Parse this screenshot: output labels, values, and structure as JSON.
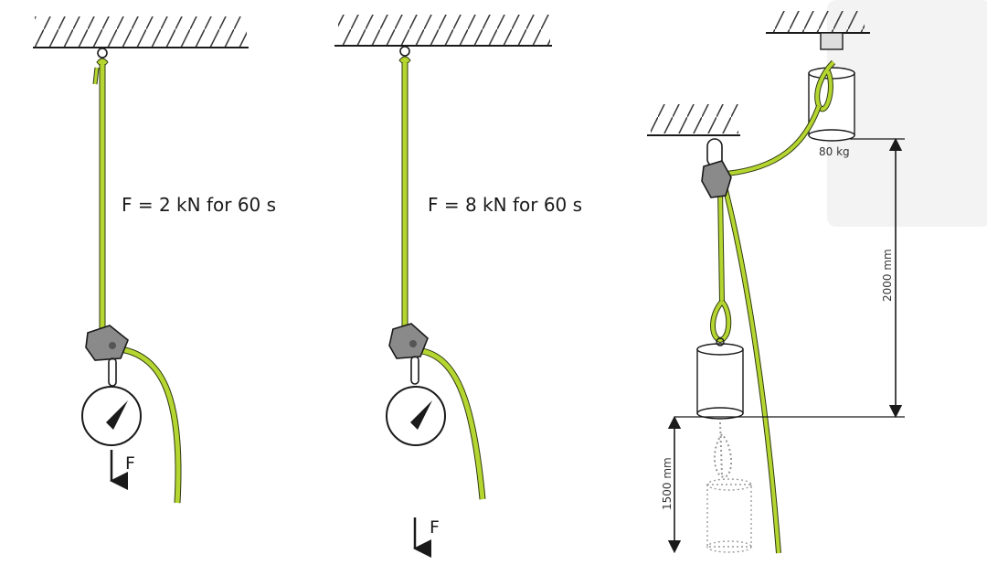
{
  "panels": [
    {
      "force_text": "F = 2 kN for 60 s",
      "arrow_label": "F"
    },
    {
      "force_text": "F = 8 kN for 60 s",
      "arrow_label": "F"
    }
  ],
  "drop_test": {
    "mass_label": "80 kg",
    "height_label": "2000 mm",
    "fall_label": "1500 mm"
  },
  "colors": {
    "rope": "#b5d630",
    "rope_outline": "#2f3a10",
    "device": "#8a8a8a",
    "hatch": "#3a3a3a"
  },
  "icons": [
    "ceiling-anchor-icon",
    "rope-grab-icon",
    "force-gauge-icon",
    "force-arrow-icon",
    "weight-icon",
    "carabiner-icon"
  ]
}
